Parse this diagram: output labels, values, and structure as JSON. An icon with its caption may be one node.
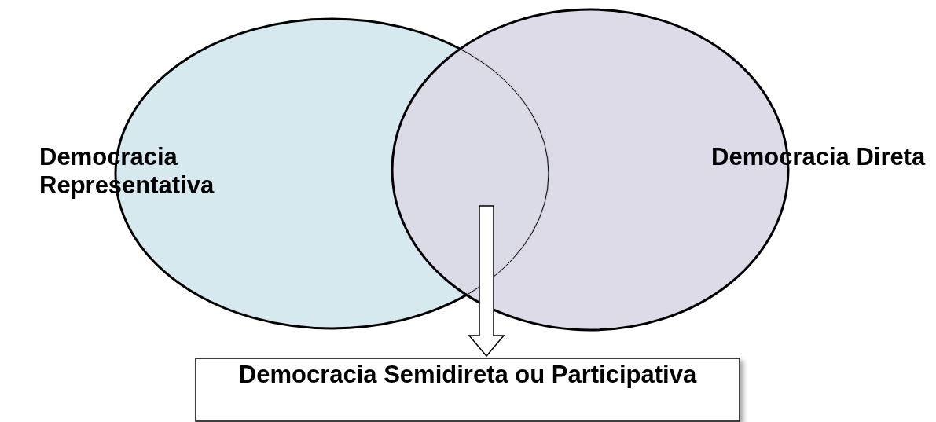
{
  "diagram": {
    "nodes": [
      {
        "text": [
          "Democracia Representativa"
        ]
      },
      {
        "text": [
          "Democracia Direta"
        ]
      },
      {
        "text": [
          "Democracia Semidireta ou Participativa"
        ]
      }
    ],
    "edges": [
      {
        "from": null,
        "to": 2,
        "arrow": "to"
      }
    ]
  }
}
